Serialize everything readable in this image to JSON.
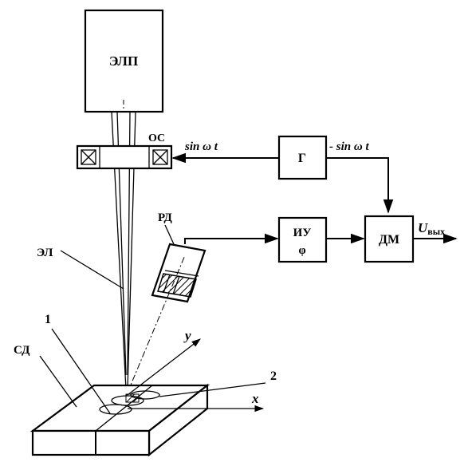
{
  "blocks": {
    "elp": "ЭЛП",
    "os": "ОС",
    "gen": "Г",
    "iu_top": "ИУ",
    "iu_bottom": "φ",
    "dm": "ДМ",
    "rd": "РД"
  },
  "signals": {
    "sin_pos": "sin ω t",
    "sin_neg": "- sin ω t",
    "uout_main": "U",
    "uout_sub": "вых"
  },
  "labels": {
    "el": "ЭЛ",
    "sd": "СД",
    "num1": "1",
    "num2": "2",
    "axis_x": "x",
    "axis_y": "y"
  }
}
